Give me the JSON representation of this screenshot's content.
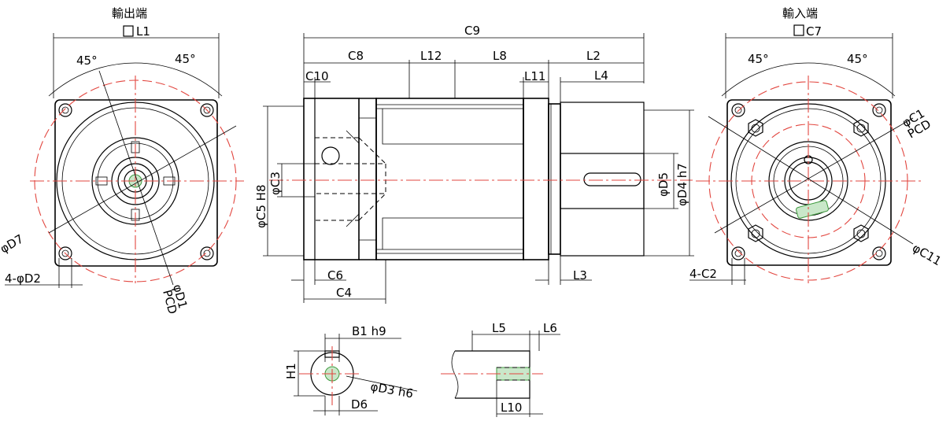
{
  "views": {
    "output_end": {
      "title": "輸出端",
      "square_label": "L1",
      "angle_left": "45°",
      "angle_right": "45°",
      "dia_d7": "φD7",
      "holes": "4-φD2",
      "pcd_d1": "φD1",
      "pcd_word": "PCD"
    },
    "input_end": {
      "title": "輸入端",
      "square_label": "C7",
      "angle_left": "45°",
      "angle_right": "45°",
      "pcd_c1": "φC1",
      "pcd_word": "PCD",
      "dia_c11": "φC11",
      "holes": "4-C2"
    },
    "side": {
      "c9": "C9",
      "c8": "C8",
      "l12": "L12",
      "l8": "L8",
      "l2": "L2",
      "c10": "C10",
      "l11": "L11",
      "l4": "L4",
      "c5": "φC5 H8",
      "c3": "φC3",
      "d5": "φD5",
      "d4": "φD4 h7",
      "c6": "C6",
      "c4": "C4",
      "l3": "L3"
    },
    "key_section": {
      "b1": "B1 h9",
      "h1": "H1",
      "d3": "φD3 h6",
      "d6": "D6"
    },
    "shaft_detail": {
      "l5": "L5",
      "l6": "L6",
      "l10": "L10"
    }
  },
  "colors": {
    "line": "#000000",
    "centerline": "#e2463f",
    "thread": "#3e9a3e"
  }
}
